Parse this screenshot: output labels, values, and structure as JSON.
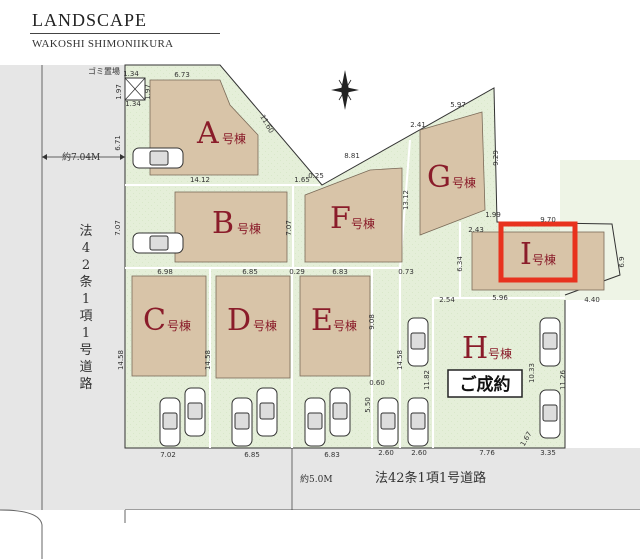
{
  "brand": {
    "title": "LANDSCAPE",
    "subtitle": "WAKOSHI SHIMONIIKURA"
  },
  "roads": {
    "west_label": "法42条1項1号道路",
    "west_width": "約7.04M",
    "south_label": "法42条1項1号道路",
    "south_width": "約5.0M"
  },
  "garbage_label": "ゴミ置場",
  "lot_suffix": "号棟",
  "sold_label": "ご成約",
  "highlighted_lot": "I",
  "lots": [
    {
      "id": "A"
    },
    {
      "id": "B"
    },
    {
      "id": "C"
    },
    {
      "id": "D"
    },
    {
      "id": "E"
    },
    {
      "id": "F"
    },
    {
      "id": "G"
    },
    {
      "id": "H",
      "sold": true
    },
    {
      "id": "I",
      "highlighted": true
    }
  ],
  "dimensions": {
    "a_top": "6.73",
    "gomi_w": "1.34",
    "gomi_h": "1.97",
    "gomi_h2": "1.97",
    "gomi_w2": "1.34",
    "a_diag": "11.60",
    "a_left": "6.71",
    "a_bottom": "14.12",
    "a_corner": "1.65",
    "b_left": "7.07",
    "b_right": "7.07",
    "f_corner": "0.25",
    "f_top": "8.81",
    "f_right": "13.12",
    "g_top": "2.41",
    "g_diag": "5.97",
    "g_right": "9.29",
    "g_bottom": "1.99",
    "i_top": "9.70",
    "i_left_top": "2.43",
    "i_right": "6.9",
    "i_left": "6.34",
    "i_bottom_l": "2.54",
    "i_bottom_m": "5.96",
    "i_bottom_r": "4.40",
    "c_top": "6.98",
    "d_top": "6.85",
    "e_corner": "0.29",
    "e_top": "6.83",
    "c_left": "14.58",
    "d_left": "14.58",
    "e_right": "9.08",
    "g_left": "0.73",
    "h_left": "14.58",
    "h_inner": "11.82",
    "h_right": "10.33",
    "i_down": "11.26",
    "e_lower": "5.50",
    "path_top": "0.60",
    "c_bottom": "7.02",
    "d_bottom": "6.85",
    "e_bottom": "6.83",
    "path_bottom": "2.60",
    "path_bottom2": "2.60",
    "h_bottom": "7.76",
    "h_corner": "1.67",
    "i_bottom": "3.35"
  }
}
